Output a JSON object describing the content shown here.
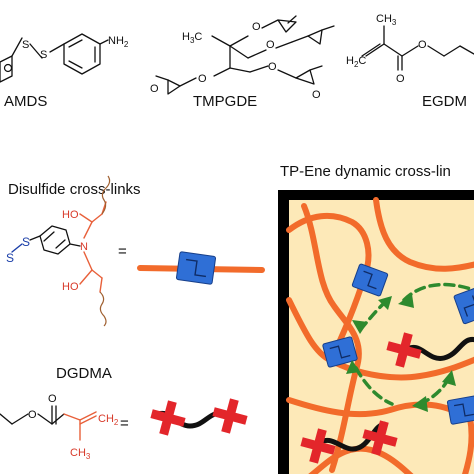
{
  "molecules": {
    "amds": "AMDS",
    "tmpgde": "TMPGDE",
    "egdma": "EGDM",
    "nh2": "NH",
    "nh2_sub": "2"
  },
  "disulfide": {
    "title": "Disulfide cross-links",
    "ho_top": "HO",
    "ho_bottom": "HO",
    "n": "N",
    "s1": "S",
    "s2": "S",
    "equals": "="
  },
  "dgdma": {
    "title": "DGDMA",
    "o": "O",
    "ch2": "CH",
    "ch2_sub": "2",
    "ch3": "CH",
    "ch3_sub": "3",
    "equals": "="
  },
  "network": {
    "title": "TP-Ene dynamic cross-lin"
  },
  "colors": {
    "orange": "#f26b2b",
    "blue": "#2f6fd6",
    "red": "#e3262b",
    "green": "#2e8a2e",
    "panel": "#fde9b8"
  }
}
